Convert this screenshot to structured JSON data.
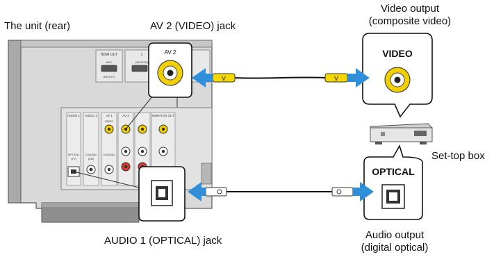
{
  "labels": {
    "unit_rear": "The unit (rear)",
    "av2_jack": "AV 2 (VIDEO) jack",
    "video_output_line1": "Video output",
    "video_output_line2": "(composite video)",
    "set_top_box": "Set-top box",
    "audio1_jack": "AUDIO 1 (OPTICAL) jack",
    "audio_output_line1": "Audio output",
    "audio_output_line2": "(digital optical)"
  },
  "callouts": {
    "av2_box": "AV 2",
    "video_box": "VIDEO",
    "optical_box": "OPTICAL"
  },
  "cable": {
    "video_plug": "V"
  },
  "panel_text": {
    "hdmi_out": "HDMI OUT",
    "hdmi_1": "1",
    "hdmi_1_sub": "(BD/DVD)",
    "arc": "ARC",
    "hdcp": "HDCP2.2",
    "audio1": "AUDIO 1",
    "audio2": "AUDIO 2",
    "av1": "AV 1",
    "av2": "AV 2",
    "monitor_out": "MONITOR OUT",
    "video": "VIDEO",
    "optical": "OPTICAL",
    "tv": "(TV)",
    "coaxial": "COAXIAL",
    "cd": "(CD)"
  },
  "colors": {
    "arrow": "#2f8fd8",
    "plug": "#f5d800",
    "rca_yellow": "#f2cf00",
    "panel_light": "#d9d9d9",
    "panel_dark": "#a9a9a9"
  },
  "icons": [
    "arrow-left-icon",
    "arrow-right-icon",
    "rca-jack-icon",
    "optical-jack-icon",
    "set-top-box-icon"
  ]
}
